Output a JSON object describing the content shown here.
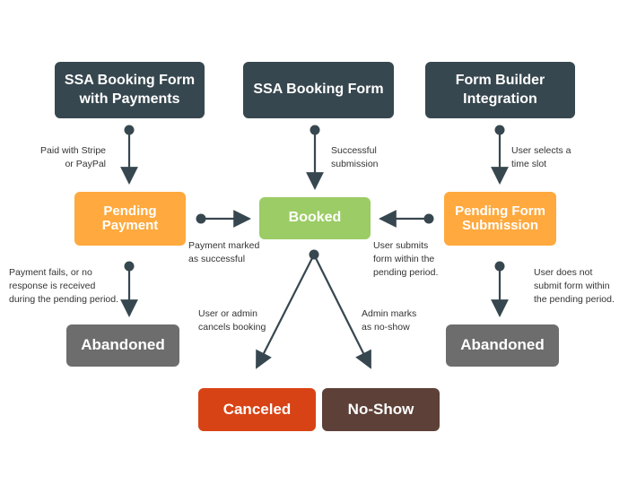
{
  "nodes": {
    "form_payments": "SSA Booking Form\nwith Payments",
    "form": "SSA Booking Form",
    "form_builder": "Form Builder\nIntegration",
    "pending_payment": "Pending\nPayment",
    "booked": "Booked",
    "pending_form": "Pending Form\nSubmission",
    "abandoned_left": "Abandoned",
    "abandoned_right": "Abandoned",
    "canceled": "Canceled",
    "no_show": "No-Show"
  },
  "edge_labels": {
    "paid_stripe": "Paid with Stripe\nor PayPal",
    "successful_submission": "Successful\nsubmission",
    "selects_time_slot": "User selects a\ntime slot",
    "payment_marked": "Payment marked\nas successful",
    "submits_form": "User submits\nform within the\npending period.",
    "payment_fails": "Payment fails, or no\nresponse is received\nduring the pending period.",
    "does_not_submit": "User does not\nsubmit form within\nthe pending period.",
    "cancels_booking": "User or admin\ncancels booking",
    "marks_no_show": "Admin marks\nas no-show"
  },
  "colors": {
    "source": "#37474f",
    "pending": "#ffa93e",
    "booked": "#9ccc65",
    "abandoned": "#6d6d6d",
    "canceled": "#d84315",
    "no_show": "#5d4037",
    "edge": "#37474f"
  }
}
